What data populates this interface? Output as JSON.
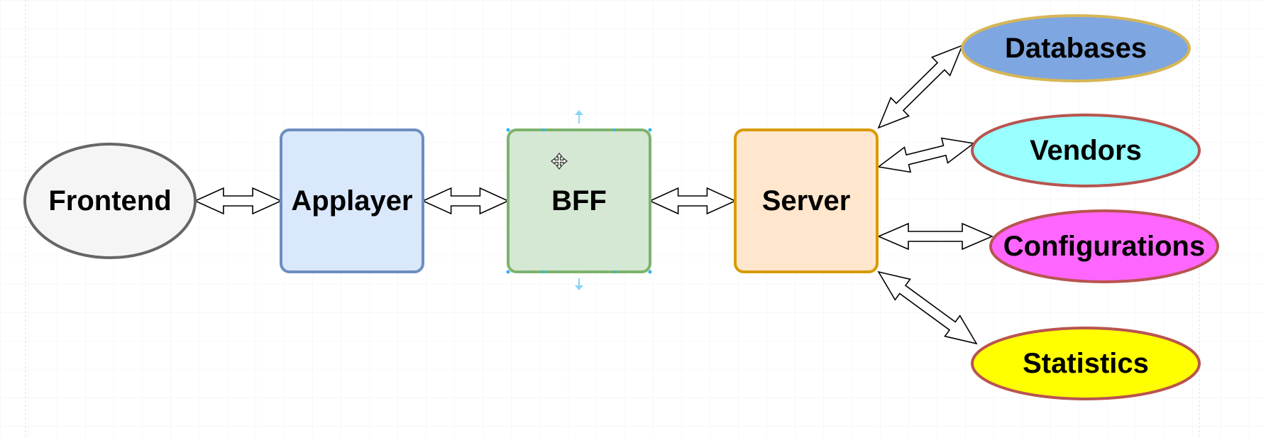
{
  "diagram": {
    "nodes": {
      "frontend": {
        "label": "Frontend",
        "fill": "#f5f5f5",
        "stroke": "#666666"
      },
      "applayer": {
        "label": "Applayer",
        "fill": "#dae8fc",
        "stroke": "#6c8ebf"
      },
      "bff": {
        "label": "BFF",
        "fill": "#d5e8d4",
        "stroke": "#82b366"
      },
      "server": {
        "label": "Server",
        "fill": "#ffe6cc",
        "stroke": "#d79b00"
      },
      "databases": {
        "label": "Databases",
        "fill": "#7ea6e0",
        "stroke": "#d6b656"
      },
      "vendors": {
        "label": "Vendors",
        "fill": "#99ffff",
        "stroke": "#b85450"
      },
      "configurations": {
        "label": "Configurations",
        "fill": "#ff66ff",
        "stroke": "#b85450"
      },
      "statistics": {
        "label": "Statistics",
        "fill": "#ffff00",
        "stroke": "#b85450"
      }
    },
    "edges": [
      {
        "from": "frontend",
        "to": "applayer",
        "type": "bidirectional"
      },
      {
        "from": "applayer",
        "to": "bff",
        "type": "bidirectional"
      },
      {
        "from": "bff",
        "to": "server",
        "type": "bidirectional"
      },
      {
        "from": "server",
        "to": "databases",
        "type": "bidirectional"
      },
      {
        "from": "server",
        "to": "vendors",
        "type": "bidirectional"
      },
      {
        "from": "server",
        "to": "configurations",
        "type": "bidirectional"
      },
      {
        "from": "server",
        "to": "statistics",
        "type": "bidirectional"
      }
    ],
    "selected_node": "bff",
    "grid": true,
    "colors": {
      "grid_line": "#e8ecef",
      "arrow_fill": "#ffffff",
      "arrow_stroke": "#000000",
      "selection": "#29b6f2"
    },
    "icons": {
      "cursor": "move-cursor-icon"
    }
  }
}
